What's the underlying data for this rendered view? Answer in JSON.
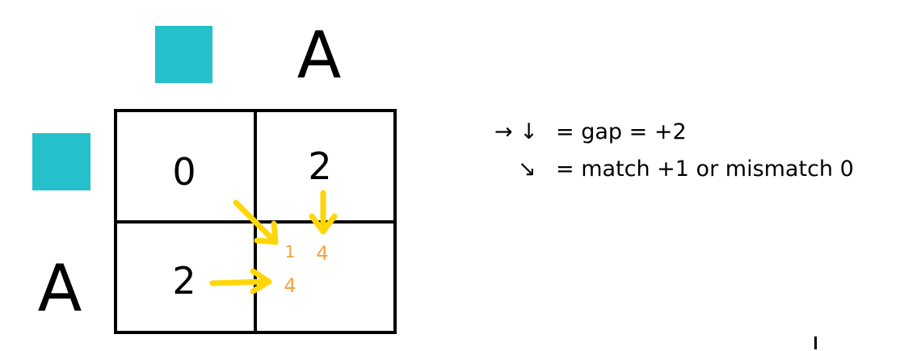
{
  "colors": {
    "teal_square": "#26bfcc",
    "arrow_yellow": "#ffd60a",
    "score_orange": "#f2a33a",
    "grid_line": "#000000"
  },
  "header": {
    "top": {
      "symbol_icon": "teal-square-icon",
      "letter": "A"
    },
    "left": {
      "symbol_icon": "teal-square-icon",
      "letter": "A"
    }
  },
  "matrix": {
    "cells": [
      "0",
      "2",
      "2",
      ""
    ],
    "candidates": {
      "diagonal": "1",
      "from_above": "4",
      "from_left": "4"
    }
  },
  "legend": {
    "gap_arrows": "→ ↓",
    "gap_rule": "= gap = +2",
    "match_arrow": "↘",
    "match_rule": "= match +1 or mismatch 0"
  }
}
